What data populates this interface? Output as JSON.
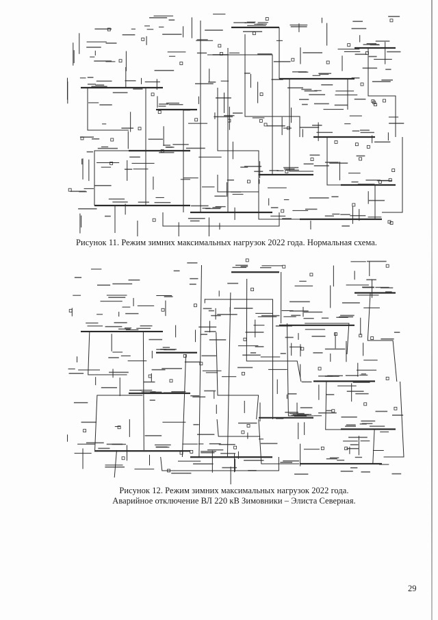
{
  "figures": [
    {
      "id": "figure-11",
      "caption": "Рисунок 11. Режим зимних максимальных нагрузок 2022 года. Нормальная схема."
    },
    {
      "id": "figure-12",
      "caption_line1": "Рисунок 12. Режим зимних максимальных нагрузок 2022 года.",
      "caption_line2": "Аварийное отключение ВЛ 220 кВ Зимовники – Элиста Северная."
    }
  ],
  "page_number": "29",
  "colors": {
    "ink": "#1a1a1a",
    "line": "#2a2a2a",
    "paper": "#fdfdfd"
  }
}
